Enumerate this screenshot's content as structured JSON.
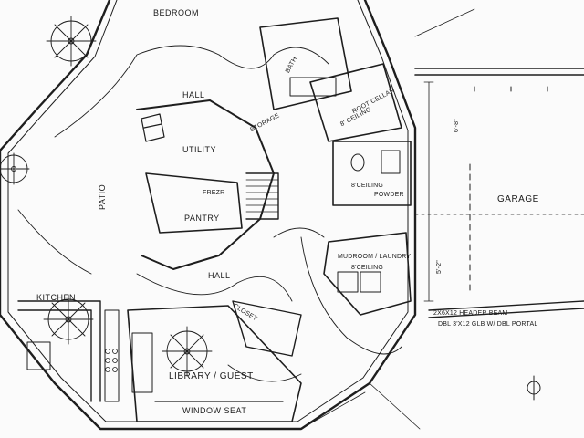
{
  "rooms": {
    "bedroom": "BEDROOM",
    "hall_upper": "HALL",
    "bath": "BATH",
    "storage": "STORAGE",
    "cellar": "ROOT CELLAR",
    "cellar_ceiling": "8' CEILING",
    "utility": "UTILITY",
    "pantry": "PANTRY",
    "freezer": "FREZR",
    "hall_lower": "HALL",
    "big_ceiling": "8'CEILING",
    "powder": "POWDER",
    "garage": "GARAGE",
    "mudroom": "MUDROOM / LAUNDRY",
    "mudroom_ceiling": "8'CEILING",
    "closet": "CLOSET",
    "kitchen": "KITCHEN",
    "library": "LIBRARY / GUEST",
    "window_seat": "WINDOW SEAT",
    "patio": "PATIO"
  },
  "notes": {
    "beam": "2x6x12 HEADER BEAM",
    "portal": "DBL 3'X12 GLB W/ DBL PORTAL",
    "dim_garage": "6'-8\"",
    "dim_hall": "5'-2\""
  }
}
